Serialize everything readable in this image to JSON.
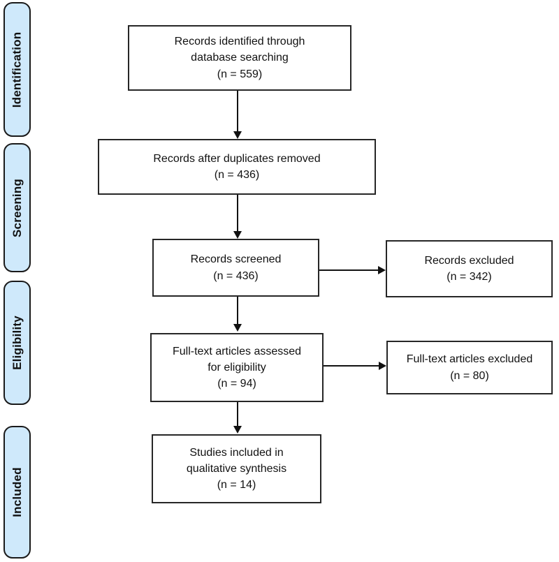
{
  "palette": {
    "stage_fill": "#cfe9fb",
    "stage_border": "#1a1a1a",
    "box_border": "#262626",
    "arrow": "#111111",
    "text": "#111111",
    "background": "#ffffff"
  },
  "stages": [
    {
      "label": "Identification"
    },
    {
      "label": "Screening"
    },
    {
      "label": "Eligibility"
    },
    {
      "label": "Included"
    }
  ],
  "boxes": [
    {
      "name": "records-identified",
      "text": "Records identified through\ndatabase searching\n(n = 559)"
    },
    {
      "name": "duplicates-removed",
      "text": "Records after duplicates removed\n(n = 436)"
    },
    {
      "name": "records-screened",
      "text": "Records screened\n(n = 436)"
    },
    {
      "name": "records-excluded",
      "text": "Records excluded\n(n = 342)"
    },
    {
      "name": "fulltext-assessed",
      "text": "Full-text articles assessed\nfor eligibility\n(n = 94)"
    },
    {
      "name": "fulltext-excluded",
      "text": "Full-text articles excluded\n(n = 80)"
    },
    {
      "name": "studies-included",
      "text": "Studies included in\nqualitative synthesis\n(n = 14)"
    }
  ]
}
